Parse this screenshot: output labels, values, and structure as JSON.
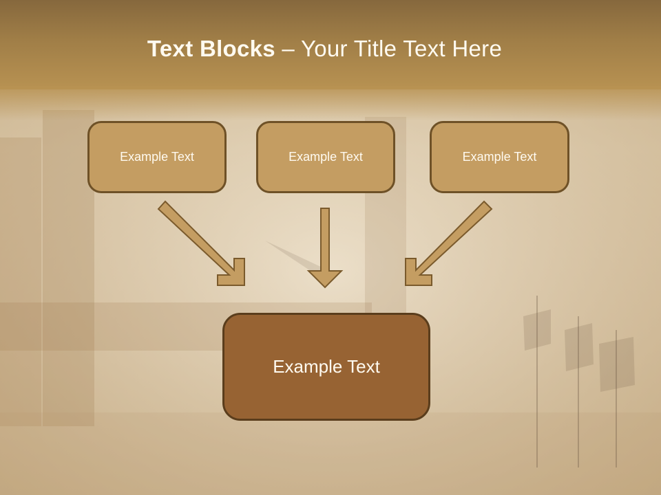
{
  "slide": {
    "title_bold": "Text Blocks",
    "title_dash": " – ",
    "title_rest": "Your Title Text Here",
    "top_boxes": [
      {
        "label": "Example Text"
      },
      {
        "label": "Example Text"
      },
      {
        "label": "Example Text"
      }
    ],
    "bottom_box": {
      "label": "Example Text"
    },
    "colors": {
      "header": "#a07e47",
      "small_box_fill": "#c49d62",
      "big_box_fill": "#976333",
      "box_border": "#6e5127",
      "arrow_fill": "#c49d62",
      "arrow_stroke": "#7a5a2c",
      "text": "#fffaf0"
    }
  }
}
